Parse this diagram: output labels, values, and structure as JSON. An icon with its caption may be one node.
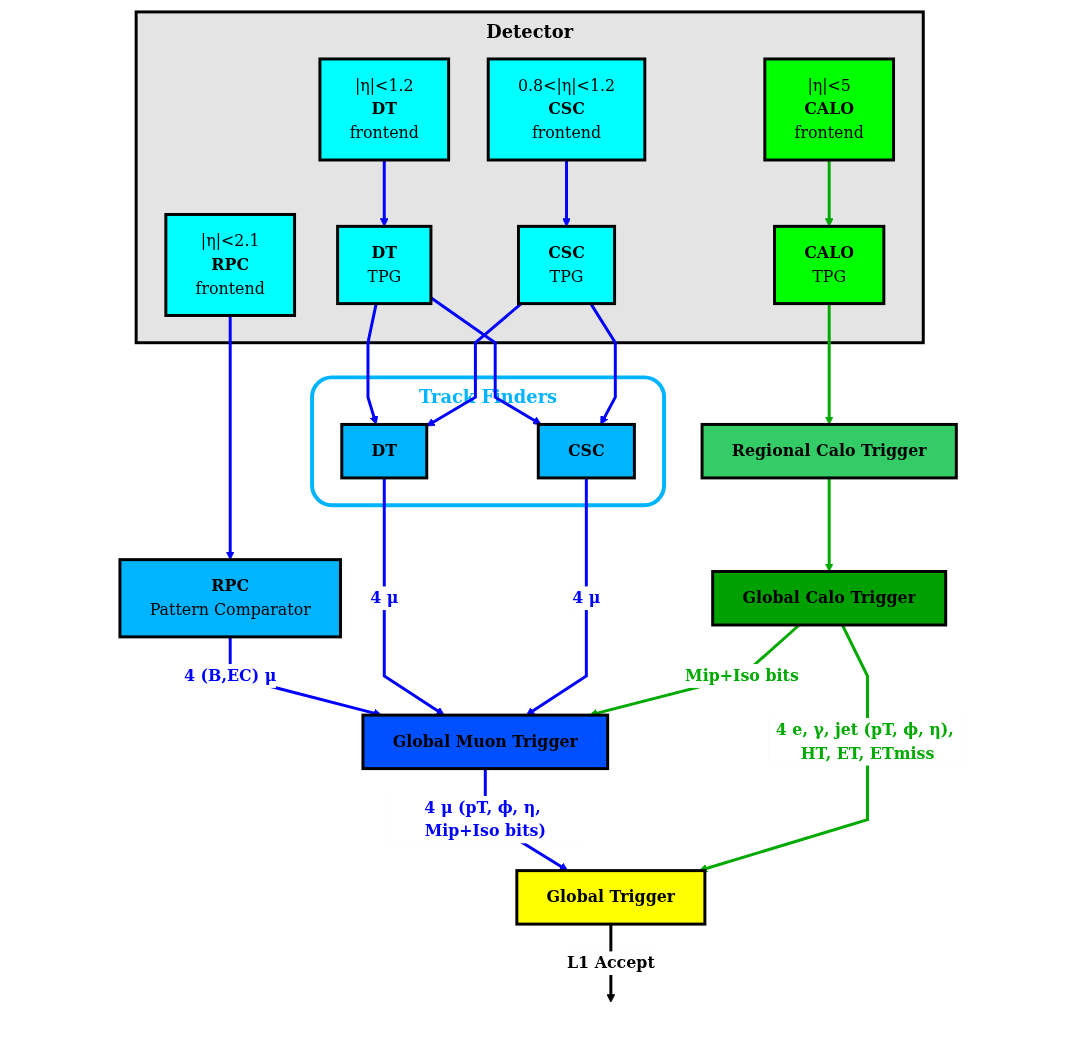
{
  "diagram": {
    "nodes": [
      {
        "text": [
          "Detector"
        ]
      },
      {
        "text": [
          "|η|<2.1",
          "RPC",
          "frontend"
        ],
        "in": 0
      },
      {
        "text": [
          "|η|<1.2",
          "DT",
          "frontend"
        ],
        "in": 0
      },
      {
        "text": [
          "0.8<|η|<1.2",
          "CSC",
          "frontend"
        ],
        "in": 0
      },
      {
        "text": [
          "|η|<5",
          "CALO",
          "frontend"
        ],
        "in": 0
      },
      {
        "text": [
          "DT",
          "TPG"
        ],
        "in": 0
      },
      {
        "text": [
          "CSC",
          "TPG"
        ],
        "in": 0
      },
      {
        "text": [
          "CALO",
          "TPG"
        ],
        "in": 0
      },
      {
        "text": [
          "RPC",
          "Pattern Comparator"
        ]
      },
      {
        "text": [
          "Track Finders"
        ]
      },
      {
        "text": [
          "DT"
        ],
        "in": 9
      },
      {
        "text": [
          "CSC"
        ],
        "in": 9
      },
      {
        "text": [
          "Regional Calo Trigger"
        ]
      },
      {
        "text": [
          "Global Muon Trigger"
        ]
      },
      {
        "text": [
          "Global Calo Trigger"
        ]
      },
      {
        "text": [
          "Global Trigger"
        ]
      }
    ],
    "edges": [
      {
        "from": 1,
        "to": 8,
        "arrow": "to"
      },
      {
        "from": 2,
        "to": 5,
        "arrow": "to"
      },
      {
        "from": 3,
        "to": 6,
        "arrow": "to"
      },
      {
        "from": 4,
        "to": 7,
        "arrow": "to",
        "color": "#00aa00"
      },
      {
        "from": 5,
        "to": 10,
        "arrow": "to"
      },
      {
        "from": 5,
        "to": 11,
        "arrow": "to"
      },
      {
        "from": 6,
        "to": 10,
        "arrow": "to"
      },
      {
        "from": 6,
        "to": 11,
        "arrow": "to"
      },
      {
        "from": 7,
        "to": 12,
        "arrow": "to",
        "color": "#00aa00"
      },
      {
        "from": 8,
        "to": 13,
        "label": "4 (B,EC) μ",
        "arrow": "to"
      },
      {
        "from": 10,
        "to": 13,
        "label": "4 μ",
        "arrow": "to"
      },
      {
        "from": 11,
        "to": 13,
        "label": "4 μ",
        "arrow": "to"
      },
      {
        "from": 12,
        "to": 14,
        "arrow": "to",
        "color": "#00aa00"
      },
      {
        "from": 14,
        "to": 13,
        "label": "Mip+Iso bits",
        "arrow": "to",
        "color": "#00aa00"
      },
      {
        "from": 13,
        "to": 15,
        "label": "4 μ (pT, ϕ, η, Mip+Iso bits)",
        "arrow": "to"
      },
      {
        "from": 14,
        "to": 15,
        "label": "4 e, γ, jet (pT, ϕ, η), HT, ET, ETmiss",
        "arrow": "to",
        "color": "#00aa00"
      },
      {
        "from": 15,
        "to": null,
        "label": "L1 Accept",
        "arrow": "to",
        "color": "#000000"
      }
    ]
  }
}
